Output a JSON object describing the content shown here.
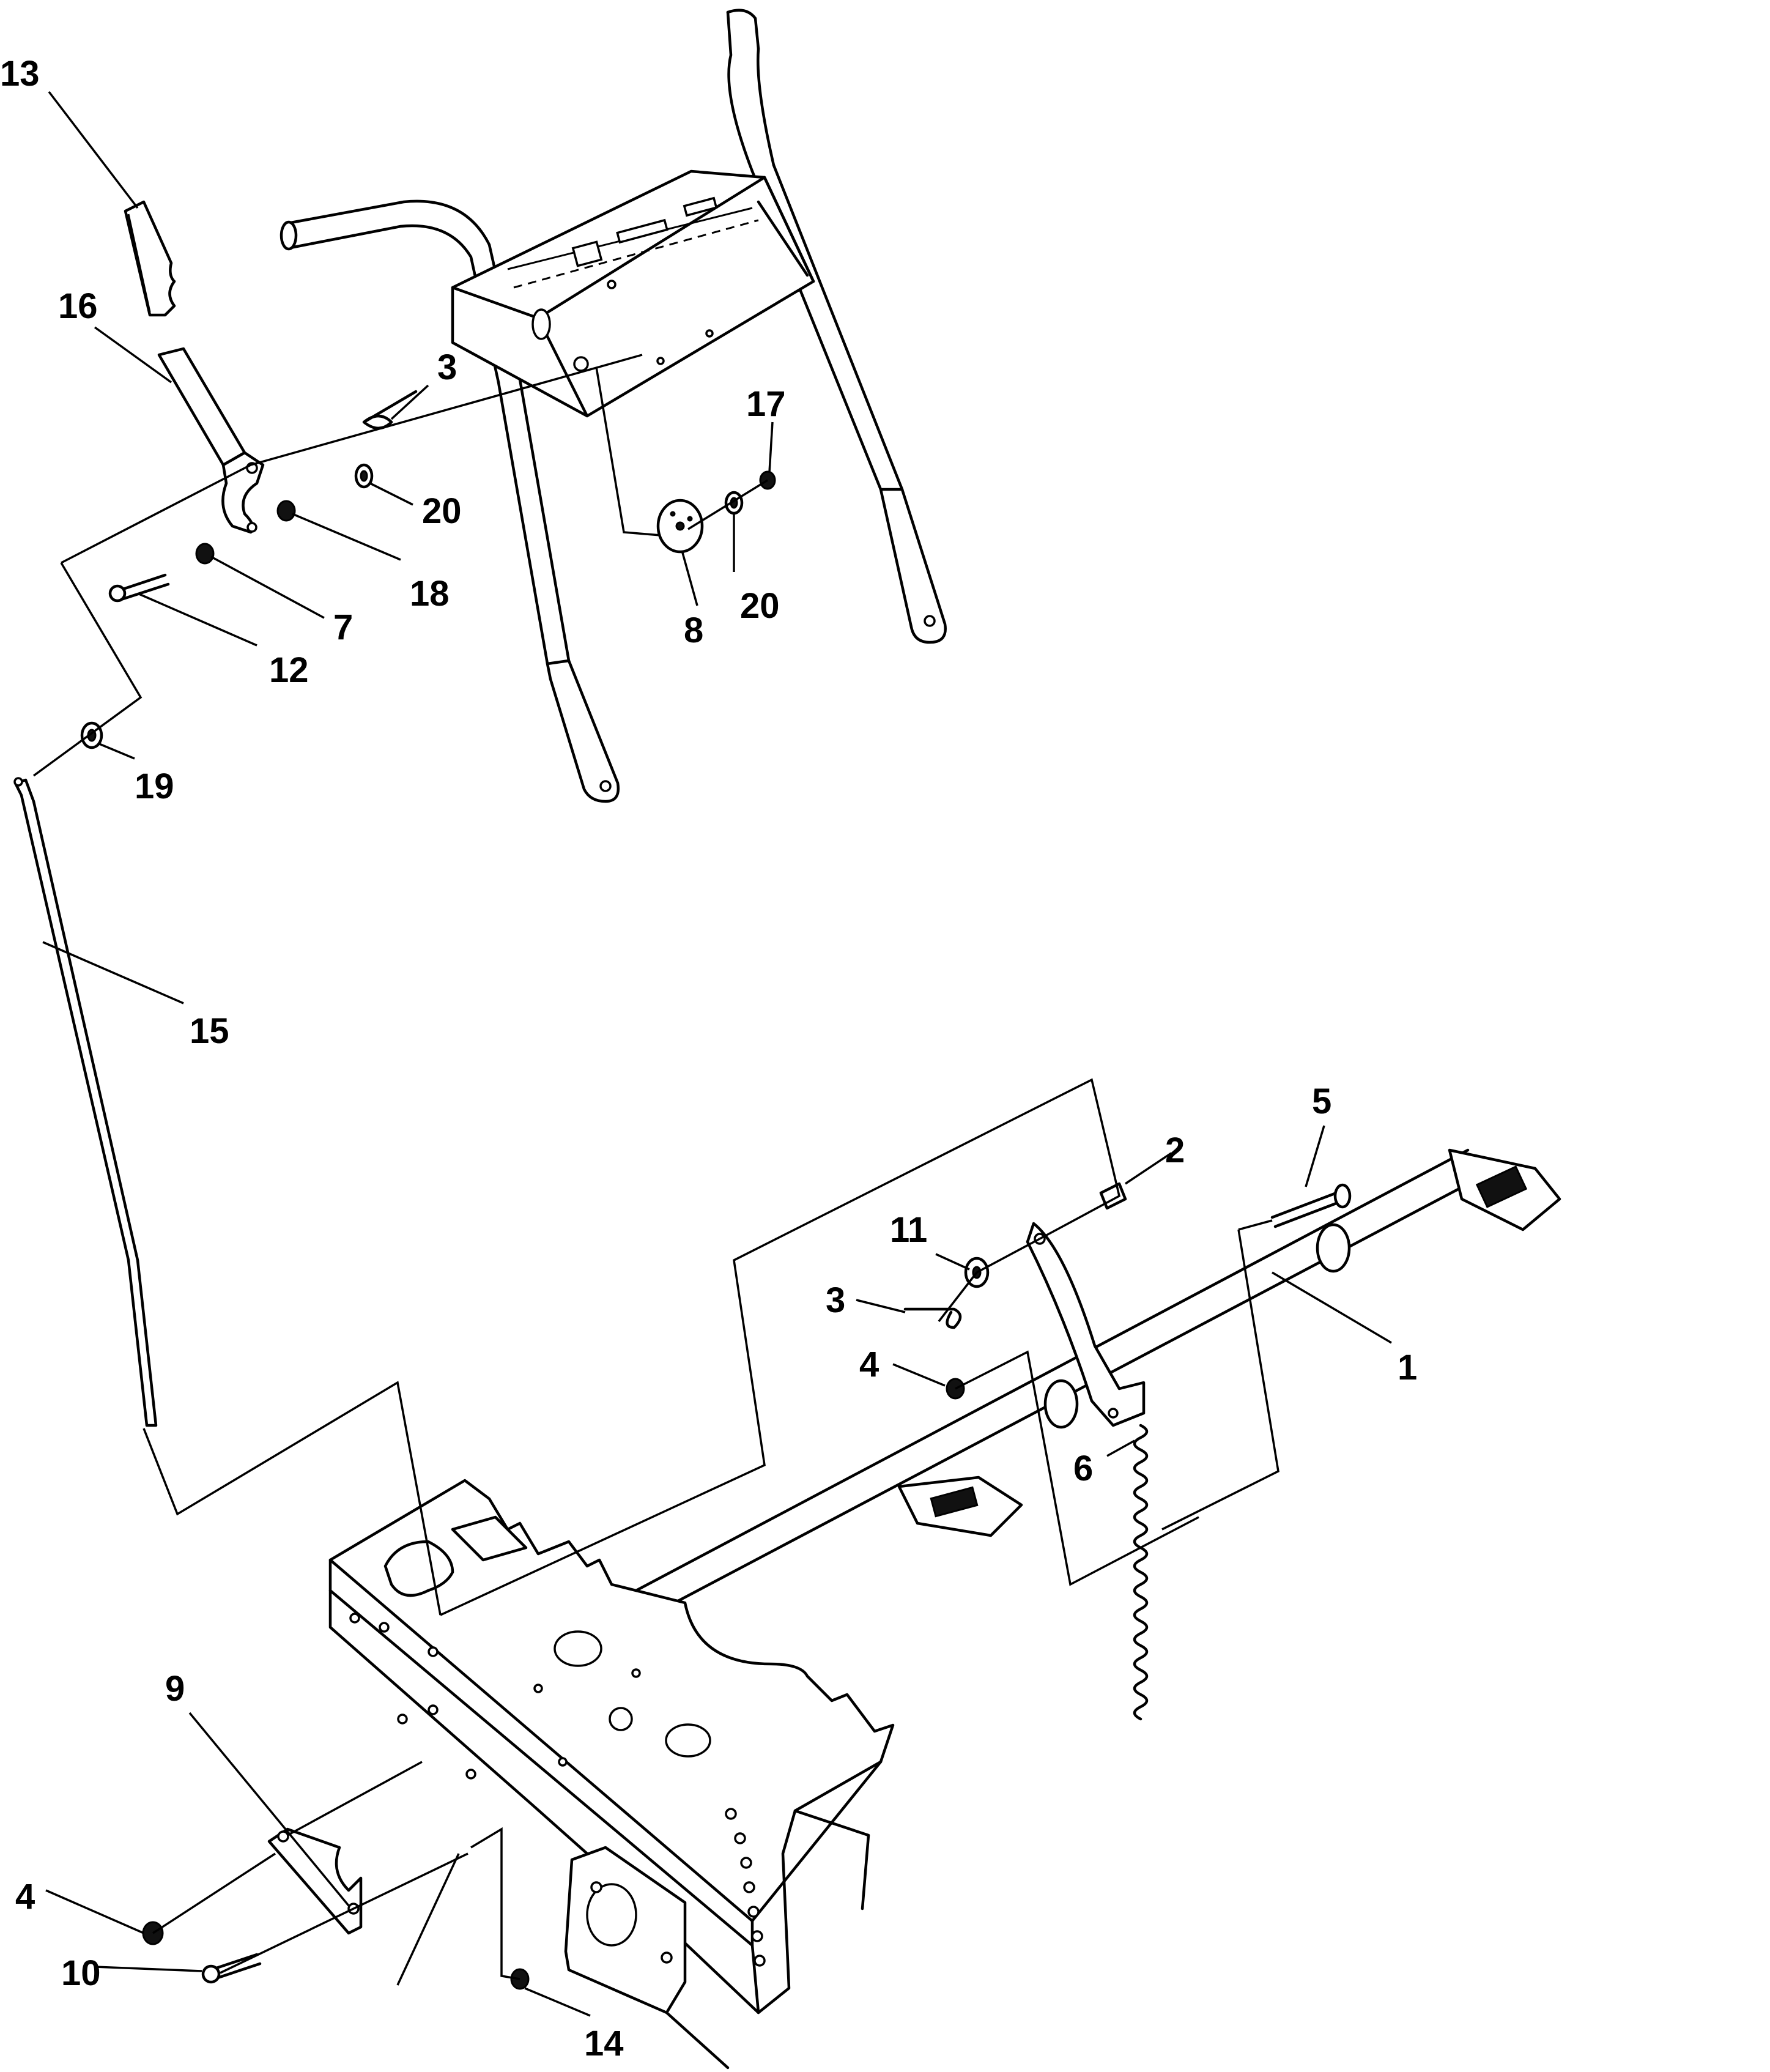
{
  "callouts": [
    {
      "id": "13",
      "label": "13"
    },
    {
      "id": "16",
      "label": "16"
    },
    {
      "id": "3a",
      "label": "3"
    },
    {
      "id": "20a",
      "label": "20"
    },
    {
      "id": "18",
      "label": "18"
    },
    {
      "id": "7",
      "label": "7"
    },
    {
      "id": "12",
      "label": "12"
    },
    {
      "id": "17",
      "label": "17"
    },
    {
      "id": "20b",
      "label": "20"
    },
    {
      "id": "8",
      "label": "8"
    },
    {
      "id": "19",
      "label": "19"
    },
    {
      "id": "15",
      "label": "15"
    },
    {
      "id": "5",
      "label": "5"
    },
    {
      "id": "2",
      "label": "2"
    },
    {
      "id": "11",
      "label": "11"
    },
    {
      "id": "3b",
      "label": "3"
    },
    {
      "id": "1",
      "label": "1"
    },
    {
      "id": "4a",
      "label": "4"
    },
    {
      "id": "6",
      "label": "6"
    },
    {
      "id": "9",
      "label": "9"
    },
    {
      "id": "4b",
      "label": "4"
    },
    {
      "id": "10",
      "label": "10"
    },
    {
      "id": "14",
      "label": "14"
    }
  ]
}
